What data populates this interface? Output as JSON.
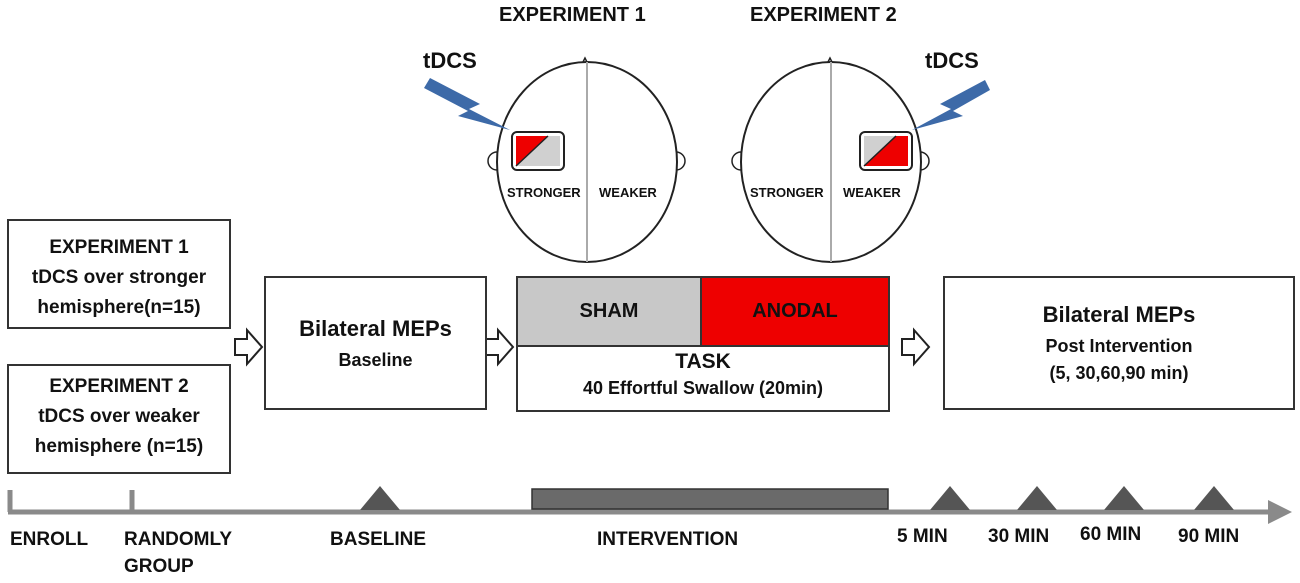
{
  "heads": {
    "exp1": {
      "title": "EXPERIMENT 1",
      "tdcs": "tDCS",
      "left": "STRONGER",
      "right": "WEAKER"
    },
    "exp2": {
      "title": "EXPERIMENT 2",
      "tdcs": "tDCS",
      "left": "STRONGER",
      "right": "WEAKER"
    }
  },
  "experiments": {
    "exp1": {
      "title": "EXPERIMENT 1",
      "line1": "tDCS over stronger",
      "line2": "hemisphere(n=15)"
    },
    "exp2": {
      "title": "EXPERIMENT 2",
      "line1": "tDCS over weaker",
      "line2": "hemisphere (n=15)"
    }
  },
  "baseline_box": {
    "title": "Bilateral MEPs",
    "subtitle": "Baseline"
  },
  "intervention_box": {
    "sham": "SHAM",
    "anodal": "ANODAL",
    "task_title": "TASK",
    "task_detail": "40 Effortful Swallow (20min)"
  },
  "post_box": {
    "title": "Bilateral MEPs",
    "subtitle": "Post Intervention",
    "times": "(5, 30,60,90 min)"
  },
  "timeline": {
    "enroll": "ENROLL",
    "randomly": "RANDOMLY",
    "group": "GROUP",
    "baseline": "BASELINE",
    "intervention": "INTERVENTION",
    "t5": "5 MIN",
    "t30": "30 MIN",
    "t60": "60 MIN",
    "t90": "90 MIN"
  },
  "colors": {
    "red": "#ee0000",
    "gray": "#c8c8c8",
    "bolt": "#3d6aa8",
    "timeline": "#8a8a8a",
    "marker": "#555555"
  }
}
